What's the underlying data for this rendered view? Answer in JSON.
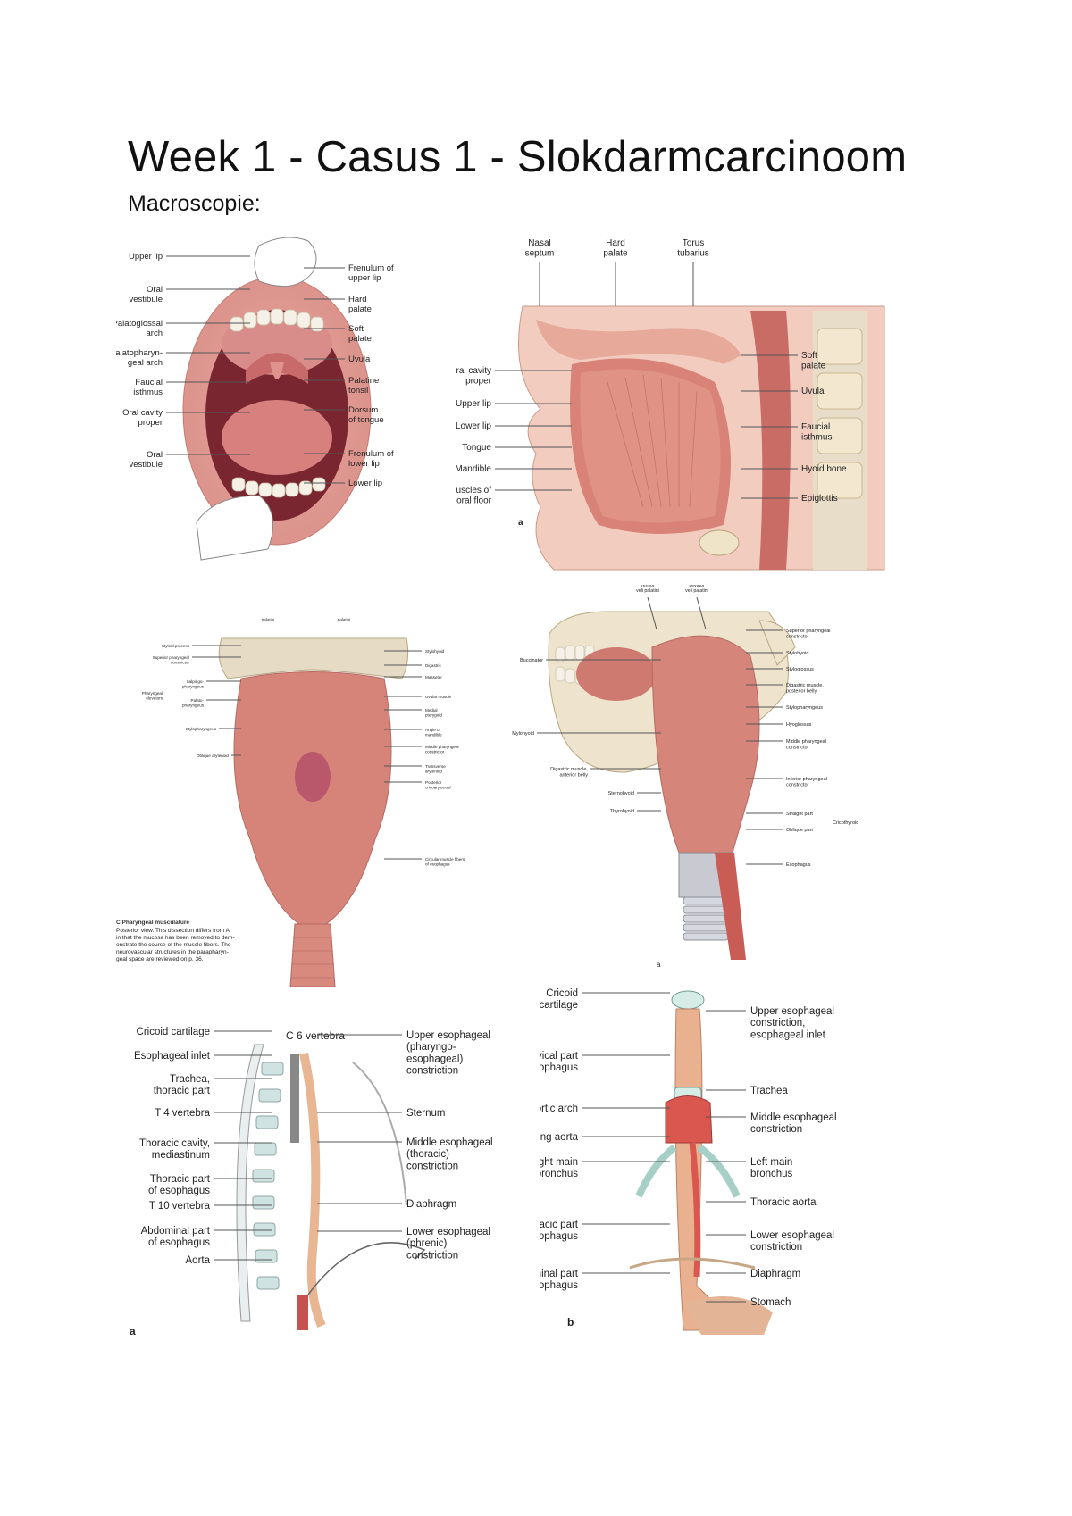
{
  "document": {
    "title": "Week 1 - Casus 1 - Slokdarmcarcinoom",
    "subtitle": "Macroscopie:"
  },
  "fig1": {
    "left": [
      "Upper lip",
      "Oral\nvestibule",
      "Palatoglossal\narch",
      "alatopharyn-\ngeal arch",
      "Faucial\nisthmus",
      "Oral cavity\nproper",
      "Oral\nvestibule"
    ],
    "right": [
      "Frenulum of\nupper lip",
      "Hard\npalate",
      "Soft\npalate",
      "Uvula",
      "Palatine\ntonsil",
      "Dorsum\nof tongue",
      "Frenulum of\nlower lip",
      "Lower lip"
    ]
  },
  "fig2": {
    "top": [
      "Nasal\nseptum",
      "Hard\npalate",
      "Torus\ntubarius"
    ],
    "left": [
      "Oral cavity\nproper",
      "Upper lip",
      "Lower lip",
      "Tongue",
      "Mandible",
      "Muscles of\noral floor"
    ],
    "right": [
      "Soft\npalate",
      "Uvula",
      "Faucial\nisthmus",
      "Hyoid bone",
      "Epiglottis"
    ],
    "panel": "a"
  },
  "fig3": {
    "top": [
      "Tensor veli\npalatini",
      "Levator veli\npalatini"
    ],
    "left": [
      "Styloid process",
      "Superior pharyngeal\nconstrictor",
      "Salpingo-\npharyngeus",
      "Palato-\npharyngeus",
      "Stylopharyngeus",
      "Oblique arytenoid"
    ],
    "group": "Pharyngeal\nelevators",
    "right": [
      "Stylohyoid",
      "Digastric",
      "Masseter",
      "Uvular muscle",
      "Medial\npterygoid",
      "Angle of\nmandible",
      "Middle pharyngeal\nconstrictor",
      "Transverse\narytenoid",
      "Posterior\ncricoarytenoid",
      "Circular muscle fibers\nof esophagus"
    ],
    "caption_title": "C  Pharyngeal musculature",
    "caption_text": [
      "Posterior view. This dissection differs from A",
      "in that the mucosa has been removed to dem-",
      "onstrate the course of the muscle fibers. The",
      "neurovascular structures in the parapharyn-",
      "geal space are reviewed on p. 36."
    ]
  },
  "fig4": {
    "top": [
      "Tensor\nveli palatini",
      "Levator\nveli palatini"
    ],
    "left": [
      "Buccinator",
      "Mylohyoid",
      "Digastric muscle,\nanterior belly",
      "Sternohyoid",
      "Thyrohyoid"
    ],
    "right": [
      "Superior pharyngeal\nconstrictor",
      "Stylohyoid",
      "Styloglossus",
      "Digastric muscle,\nposterior belly",
      "Stylopharyngeus",
      "Hyoglossus",
      "Middle pharyngeal\nconstrictor",
      "Inferior pharyngeal\nconstrictor",
      "Straight part",
      "Oblique part",
      "Esophagus"
    ],
    "bracket": "Cricothyroid",
    "panel": "a"
  },
  "fig5": {
    "top": "C 6 vertebra",
    "left": [
      "Cricoid cartilage",
      "Esophageal inlet",
      "Trachea,\nthoracic part",
      "T 4 vertebra",
      "Thoracic cavity,\nmediastinum",
      "Thoracic part\nof esophagus",
      "T 10 vertebra",
      "Abdominal part\nof esophagus",
      "Aorta"
    ],
    "right": [
      "Upper esophageal\n(pharyngo-\nesophageal)\nconstriction",
      "Sternum",
      "Middle esophageal\n(thoracic)\nconstriction",
      "Diaphragm",
      "Lower esophageal\n(phrenic)\nconstriction"
    ],
    "panel": "a"
  },
  "fig6": {
    "left": [
      "Cricoid\ncartilage",
      "Cervical part\nof esophagus",
      "Aortic arch",
      "Ascending aorta",
      "Right main\nbronchus",
      "Thoracic part\nof esophagus",
      "Abdominal part\nof esophagus"
    ],
    "right": [
      "Upper esophageal\nconstriction,\nesophageal inlet",
      "Trachea",
      "Middle esophageal\nconstriction",
      "Left main\nbronchus",
      "Thoracic aorta",
      "Lower esophageal\nconstriction",
      "Diaphragm",
      "Stomach"
    ],
    "panel": "b"
  }
}
